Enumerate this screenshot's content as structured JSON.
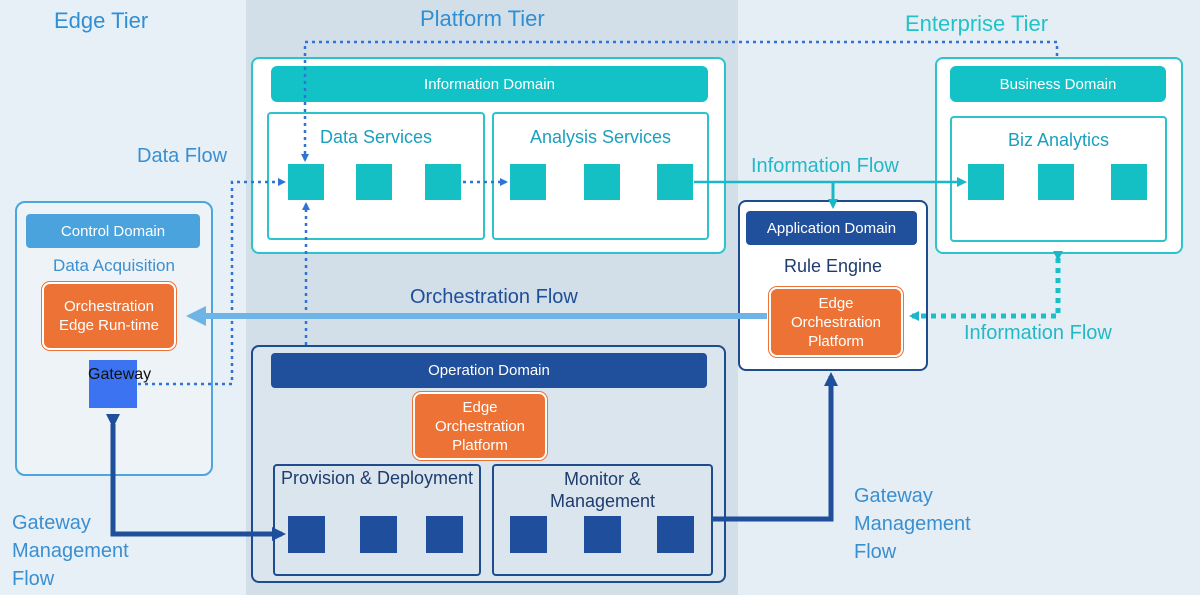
{
  "tiers": {
    "edge": "Edge Tier",
    "platform": "Platform Tier",
    "enterprise": "Enterprise Tier"
  },
  "flows": {
    "data_flow": "Data Flow",
    "information_flow_top": "Information Flow",
    "information_flow_bottom": "Information Flow",
    "orchestration_flow": "Orchestration Flow",
    "gateway_mgmt_left": [
      "Gateway",
      "Management",
      "Flow"
    ],
    "gateway_mgmt_right": [
      "Gateway",
      "Management",
      "Flow"
    ]
  },
  "information_domain": {
    "title": "Information Domain",
    "data_services": "Data Services",
    "analysis_services": "Analysis Services"
  },
  "business_domain": {
    "title": "Business Domain",
    "biz_analytics": "Biz Analytics"
  },
  "control_domain": {
    "title": "Control Domain",
    "data_acquisition": "Data Acquisition",
    "runtime": [
      "Orchestration",
      "Edge Run-time"
    ],
    "gateway": "Gateway"
  },
  "application_domain": {
    "title": "Application Domain",
    "rule_engine": "Rule Engine",
    "platform": [
      "Edge",
      "Orchestration",
      "Platform"
    ]
  },
  "operation_domain": {
    "title": "Operation Domain",
    "platform": [
      "Edge",
      "Orchestration",
      "Platform"
    ],
    "provision": "Provision & Deployment",
    "monitor": [
      "Monitor &",
      "Management"
    ]
  },
  "colors": {
    "teal": "#12c2c6",
    "navy": "#204f9c",
    "light_blue": "#4aa3dc",
    "orange": "#ec7335",
    "gateway_blue": "#3b73f0"
  }
}
